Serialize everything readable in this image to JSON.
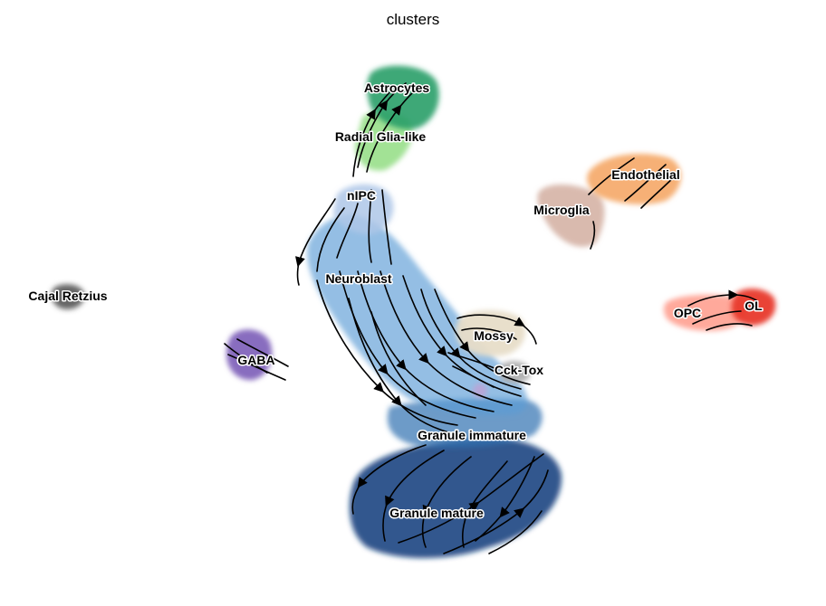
{
  "chart_data": {
    "type": "scatter",
    "title": "clusters",
    "xlabel": "",
    "ylabel": "",
    "grid": false,
    "legend": "on data",
    "clusters": [
      {
        "name": "Astrocytes",
        "color": "#279e68",
        "x": 0.06,
        "y": 0.86
      },
      {
        "name": "Radial Glia-like",
        "color": "#98df8a",
        "x": -0.02,
        "y": 0.76
      },
      {
        "name": "nIPC",
        "color": "#aec7e8",
        "x": -0.07,
        "y": 0.64
      },
      {
        "name": "Neuroblast",
        "color": "#5b9bd5",
        "x": -0.08,
        "y": 0.43
      },
      {
        "name": "Granule immature",
        "color": "#2d6fb0",
        "x": 0.23,
        "y": -0.18
      },
      {
        "name": "Granule mature",
        "color": "#0b3a7a",
        "x": 0.06,
        "y": -0.42
      },
      {
        "name": "Mossy",
        "color": "#e7ddc8",
        "x": 0.35,
        "y": 0.29
      },
      {
        "name": "Cck-Tox",
        "color": "#b0b0b0",
        "x": 0.42,
        "y": 0.21
      },
      {
        "name": "GABA",
        "color": "#7b5cb8",
        "x": -0.52,
        "y": 0.26
      },
      {
        "name": "Cajal Retzius",
        "color": "#555555",
        "x": -0.85,
        "y": 0.42
      },
      {
        "name": "Microglia",
        "color": "#d5b2a5",
        "x": 0.62,
        "y": 0.66
      },
      {
        "name": "Endothelial",
        "color": "#f5a25d",
        "x": 0.81,
        "y": 0.72
      },
      {
        "name": "OPC",
        "color": "#ff9a8a",
        "x": 0.84,
        "y": 0.35
      },
      {
        "name": "OL",
        "color": "#e8392c",
        "x": 0.98,
        "y": 0.37
      }
    ]
  }
}
